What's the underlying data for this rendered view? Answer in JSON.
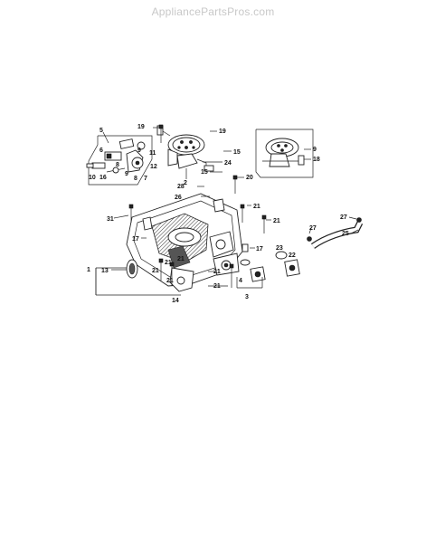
{
  "watermark": "AppliancePartsPros.com",
  "labels": [
    {
      "id": "5",
      "text": "5"
    },
    {
      "id": "19a",
      "text": "19"
    },
    {
      "id": "19b",
      "text": "19"
    },
    {
      "id": "6",
      "text": "6"
    },
    {
      "id": "9a",
      "text": "9"
    },
    {
      "id": "11",
      "text": "11"
    },
    {
      "id": "12",
      "text": "12"
    },
    {
      "id": "10",
      "text": "10"
    },
    {
      "id": "16",
      "text": "16"
    },
    {
      "id": "8a",
      "text": "8"
    },
    {
      "id": "9b",
      "text": "9"
    },
    {
      "id": "8b",
      "text": "8"
    },
    {
      "id": "7",
      "text": "7"
    },
    {
      "id": "2",
      "text": "2"
    },
    {
      "id": "15a",
      "text": "15"
    },
    {
      "id": "15b",
      "text": "15"
    },
    {
      "id": "24",
      "text": "24"
    },
    {
      "id": "9c",
      "text": "9"
    },
    {
      "id": "18",
      "text": "18"
    },
    {
      "id": "20",
      "text": "20"
    },
    {
      "id": "28",
      "text": "28"
    },
    {
      "id": "26",
      "text": "26"
    },
    {
      "id": "21a",
      "text": "21"
    },
    {
      "id": "21b",
      "text": "21"
    },
    {
      "id": "21c",
      "text": "21"
    },
    {
      "id": "21d",
      "text": "21"
    },
    {
      "id": "21e",
      "text": "21"
    },
    {
      "id": "21f",
      "text": "21"
    },
    {
      "id": "21g",
      "text": "21"
    },
    {
      "id": "21h",
      "text": "21"
    },
    {
      "id": "31",
      "text": "31"
    },
    {
      "id": "17a",
      "text": "17"
    },
    {
      "id": "17b",
      "text": "17"
    },
    {
      "id": "27a",
      "text": "27"
    },
    {
      "id": "27b",
      "text": "27"
    },
    {
      "id": "25",
      "text": "25"
    },
    {
      "id": "1",
      "text": "1"
    },
    {
      "id": "13",
      "text": "13"
    },
    {
      "id": "14",
      "text": "14"
    },
    {
      "id": "4",
      "text": "4"
    },
    {
      "id": "3",
      "text": "3"
    },
    {
      "id": "23",
      "text": "23"
    },
    {
      "id": "22",
      "text": "22"
    }
  ]
}
